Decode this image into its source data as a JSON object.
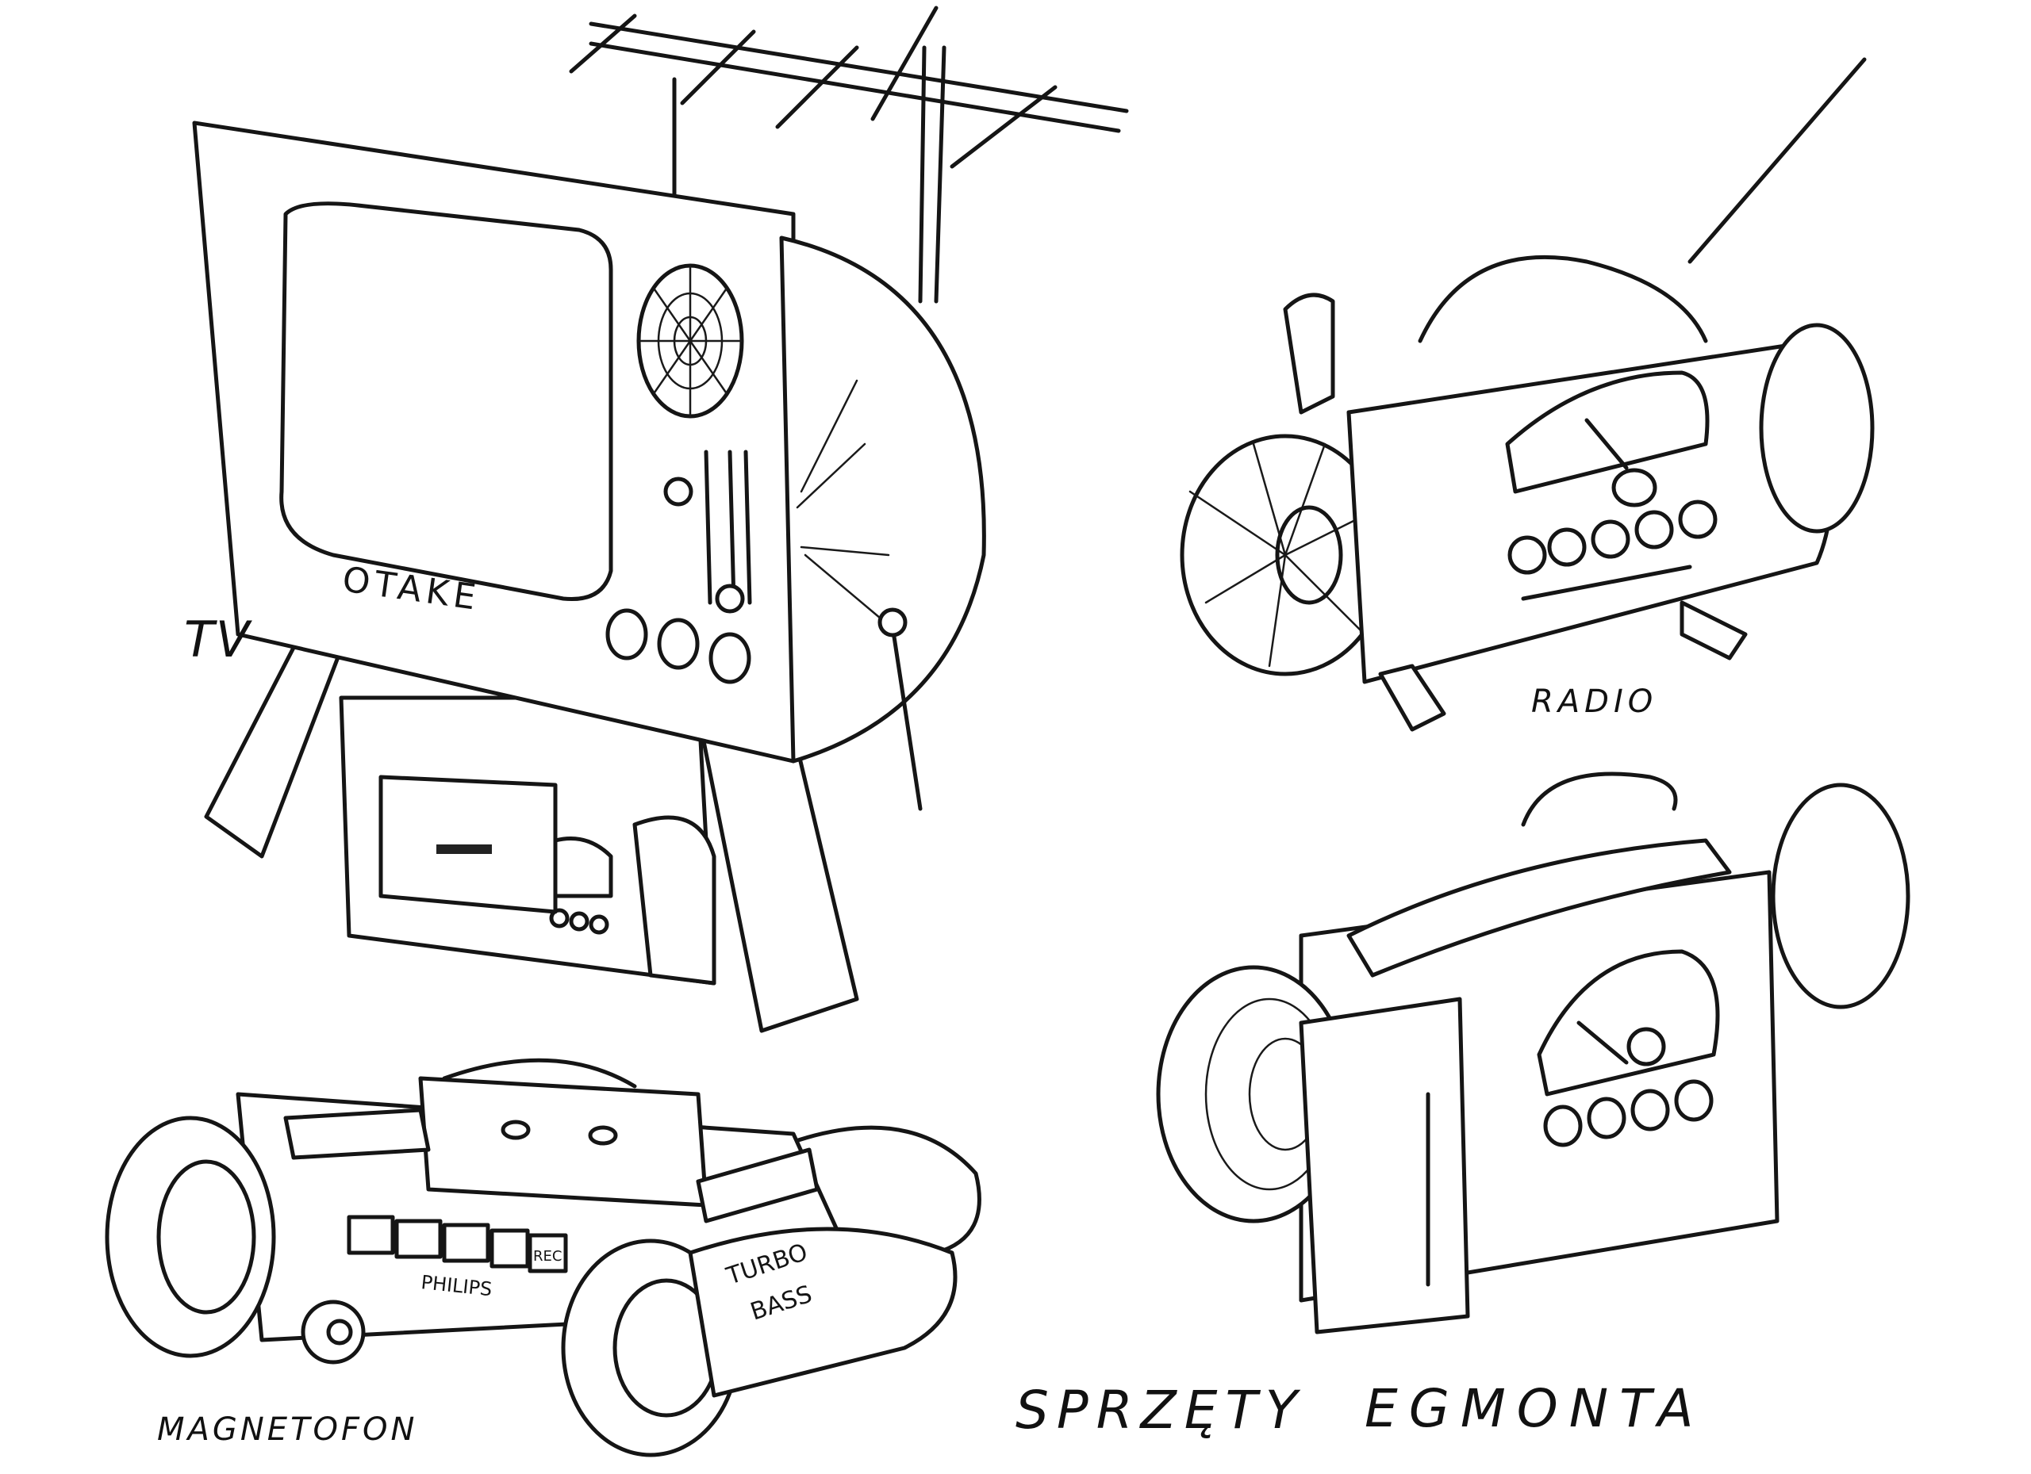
{
  "labels": {
    "tv": "TV",
    "radio": "RADIO",
    "magnetofon": "MAGNETOFON",
    "title_word_1": "SPRZĘTY",
    "title_word_2": "EGMONTA"
  },
  "device_markings": {
    "tv_brand": "OTAKE",
    "boombox_brand": "PHILIPS",
    "boombox_rec": "REC",
    "boombox_turbo": "TURBO",
    "boombox_bass": "BASS"
  },
  "colors": {
    "ink": "#151515",
    "paper": "#ffffff"
  }
}
